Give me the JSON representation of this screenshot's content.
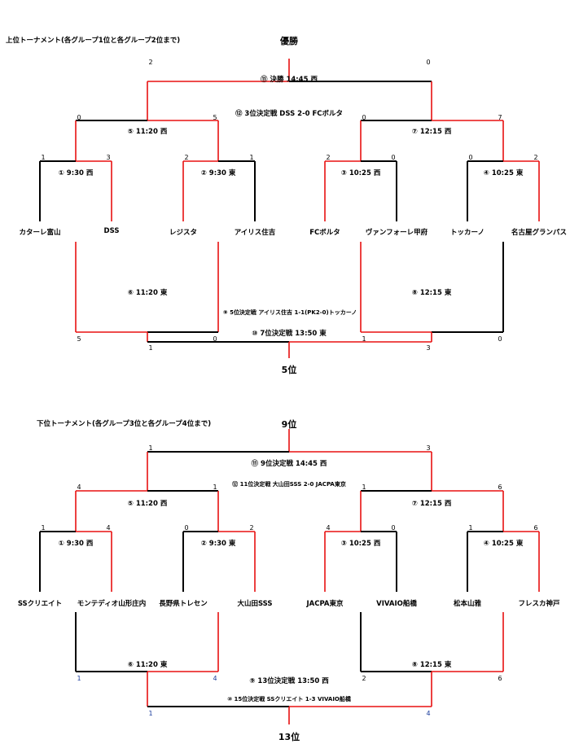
{
  "upper": {
    "title": "上位トーナメント(各グループ1位と各グループ2位まで)",
    "champion_label": "優勝",
    "fifth_label": "5位",
    "teams": [
      "カターレ富山",
      "DSS",
      "レジスタ",
      "アイリス住吉",
      "FCボルタ",
      "ヴァンフォーレ甲府",
      "トッカーノ",
      "名古屋グランパス"
    ],
    "matches": {
      "m1": {
        "label": "① 9:30 西",
        "left": "1",
        "right": "3"
      },
      "m2": {
        "label": "② 9:30 東",
        "left": "2",
        "right": "1"
      },
      "m3": {
        "label": "③ 10:25 西",
        "left": "2",
        "right": "0"
      },
      "m4": {
        "label": "④ 10:25 東",
        "left": "0",
        "right": "2"
      },
      "m5": {
        "label": "⑤ 11:20 西",
        "left": "0",
        "right": "5"
      },
      "m7": {
        "label": "⑦ 12:15 西",
        "left": "0",
        "right": "7"
      },
      "m6": {
        "label": "⑥ 11:20 東",
        "left": "5",
        "right": "0"
      },
      "m8": {
        "label": "⑧ 12:15 東",
        "left": "1",
        "right": "0"
      },
      "final": {
        "label": "⑪ 決勝 14:45 西",
        "left": "2",
        "right": "0"
      },
      "third": {
        "label": "⑫ 3位決定戦 DSS 2-0 FCボルタ"
      },
      "fifth": {
        "label": "⑨ 5位決定戦 アイリス住吉 1-1(PK2-0)トッカーノ"
      },
      "seventh": {
        "label": "⑩ 7位決定戦 13:50 東",
        "left": "1",
        "right": "3"
      }
    }
  },
  "lower": {
    "title": "下位トーナメント(各グループ3位と各グループ4位まで)",
    "ninth_label": "9位",
    "thirteenth_label": "13位",
    "teams": [
      "SSクリエイト",
      "モンテディオ山形庄内",
      "長野県トレセン",
      "大山田SSS",
      "JACPA東京",
      "VIVAIO船橋",
      "松本山雅",
      "フレスカ神戸"
    ],
    "matches": {
      "m1": {
        "label": "① 9:30 西",
        "left": "1",
        "right": "4"
      },
      "m2": {
        "label": "② 9:30 東",
        "left": "0",
        "right": "2"
      },
      "m3": {
        "label": "③ 10:25 西",
        "left": "4",
        "right": "0"
      },
      "m4": {
        "label": "④ 10:25 東",
        "left": "1",
        "right": "6"
      },
      "m5": {
        "label": "⑤ 11:20 西",
        "left": "4",
        "right": "1"
      },
      "m7": {
        "label": "⑦ 12:15 西",
        "left": "1",
        "right": "6"
      },
      "m6": {
        "label": "⑥ 11:20 東",
        "left": "1",
        "right": "4"
      },
      "m8": {
        "label": "⑧ 12:15 東",
        "left": "2",
        "right": "6"
      },
      "ninth": {
        "label": "⑪ 9位決定戦 14:45 西",
        "left": "1",
        "right": "3"
      },
      "eleventh": {
        "label": "⑫ 11位決定戦 大山田SSS 2-0 JACPA東京"
      },
      "thirteenth": {
        "label": "⑨ 13位決定戦 13:50 西",
        "left": "1",
        "right": "4"
      },
      "fifteenth": {
        "label": "⑩ 15位決定戦 SSクリエイト 1-3 VIVAIO船橋"
      }
    }
  },
  "colors": {
    "winner_line": "#e81010",
    "loser_line": "#000000",
    "blue_score": "#1a3c9c"
  }
}
